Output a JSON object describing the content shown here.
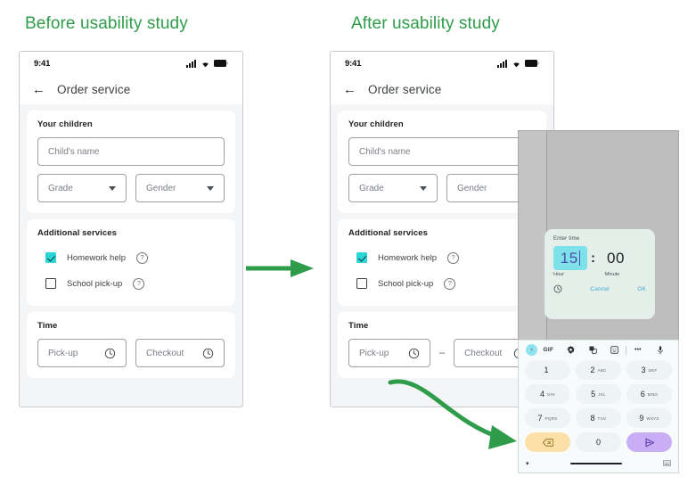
{
  "headings": {
    "before": "Before usability study",
    "after": "After usability study",
    "accent_green": "#2e9c4a"
  },
  "phone": {
    "status_time": "9:41",
    "status_icons": [
      "signal-icon",
      "wifi-icon",
      "battery-icon"
    ],
    "appbar_title": "Order service",
    "back_icon": "back-arrow-icon"
  },
  "children_card": {
    "label": "Your children",
    "name_placeholder": "Child's name",
    "grade_placeholder": "Grade",
    "gender_placeholder": "Gender"
  },
  "services_card": {
    "label": "Additional services",
    "items": [
      {
        "label": "Homework help",
        "checked": true,
        "help_icon": "question-mark-icon"
      },
      {
        "label": "School pick-up",
        "checked": false,
        "help_icon": "question-mark-icon"
      }
    ],
    "checkbox_color": "#2ad5d5"
  },
  "time_card": {
    "label": "Time",
    "pickup_placeholder": "Pick-up",
    "checkout_placeholder": "Checkout",
    "separator": "–",
    "field_icon": "clock-icon"
  },
  "arrows": {
    "transition": "straight-green-arrow",
    "callout": "curved-green-arrow",
    "color": "#2e9c4a"
  },
  "time_dialog": {
    "title": "Enter time",
    "hour_value": "15",
    "separator": ":",
    "minute_value": "00",
    "hour_label": "Hour",
    "minute_label": "Minute",
    "keyboard_toggle_icon": "clock-icon",
    "cancel_label": "Cancel",
    "ok_label": "OK",
    "hour_field_color": "#7ee0e8",
    "dialog_bg": "#e4efea",
    "action_color": "#3fa9d4"
  },
  "keyboard": {
    "toolbar": [
      {
        "name": "expand-chip-icon",
        "glyph": "‹"
      },
      {
        "name": "gif-icon",
        "glyph": "GIF"
      },
      {
        "name": "gear-icon",
        "glyph": "✿"
      },
      {
        "name": "translate-icon",
        "glyph": "⧉"
      },
      {
        "name": "sticker-icon",
        "glyph": "☺"
      },
      {
        "name": "divider",
        "glyph": ""
      },
      {
        "name": "more-icon",
        "glyph": "•••"
      },
      {
        "name": "mic-icon",
        "glyph": "🎤"
      }
    ],
    "rows": [
      [
        {
          "num": "1",
          "abc": ""
        },
        {
          "num": "2",
          "abc": "ABC"
        },
        {
          "num": "3",
          "abc": "DEF"
        }
      ],
      [
        {
          "num": "4",
          "abc": "GHI"
        },
        {
          "num": "5",
          "abc": "JKL"
        },
        {
          "num": "6",
          "abc": "MNO"
        }
      ],
      [
        {
          "num": "7",
          "abc": "PQRS"
        },
        {
          "num": "8",
          "abc": "TUV"
        },
        {
          "num": "9",
          "abc": "WXYZ"
        }
      ]
    ],
    "bottom_row": [
      {
        "name": "backspace-key",
        "glyph": "⌫",
        "style": "amber"
      },
      {
        "name": "zero-key",
        "glyph": "0",
        "style": "plain"
      },
      {
        "name": "enter-key",
        "glyph": "▷",
        "style": "purple"
      }
    ],
    "collapse_icon": "chevron-down-icon",
    "ime_switch_icon": "keyboard-icon",
    "backspace_color": "#fde0a8",
    "enter_color": "#c9aef5"
  }
}
